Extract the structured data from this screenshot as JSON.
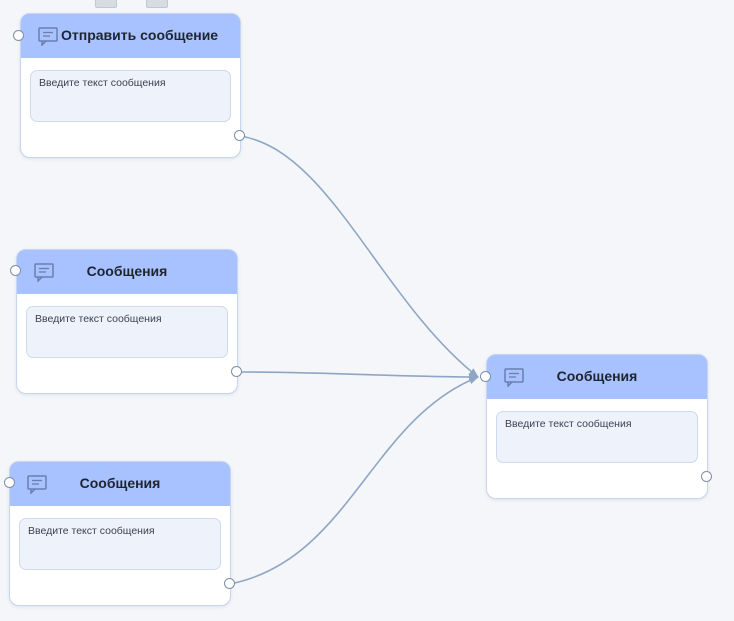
{
  "nodes": {
    "send_message": {
      "title": "Отправить сообщение",
      "placeholder": "Введите текст сообщения",
      "icon": "message-icon"
    },
    "messages_1": {
      "title": "Сообщения",
      "placeholder": "Введите текст сообщения",
      "icon": "message-icon"
    },
    "messages_2": {
      "title": "Сообщения",
      "placeholder": "Введите текст сообщения",
      "icon": "message-icon"
    },
    "messages_target": {
      "title": "Сообщения",
      "placeholder": "Введите текст сообщения",
      "icon": "message-icon"
    }
  },
  "connections": [
    {
      "from": "send_message",
      "to": "messages_target"
    },
    {
      "from": "messages_1",
      "to": "messages_target"
    },
    {
      "from": "messages_2",
      "to": "messages_target"
    }
  ],
  "colors": {
    "canvas_bg": "#f4f6f9",
    "node_header": "#a8c2ff",
    "node_border": "#c7d5ee",
    "field_bg": "#edf2fb",
    "edge": "#8ea6c4",
    "icon": "#6a7eb0"
  }
}
